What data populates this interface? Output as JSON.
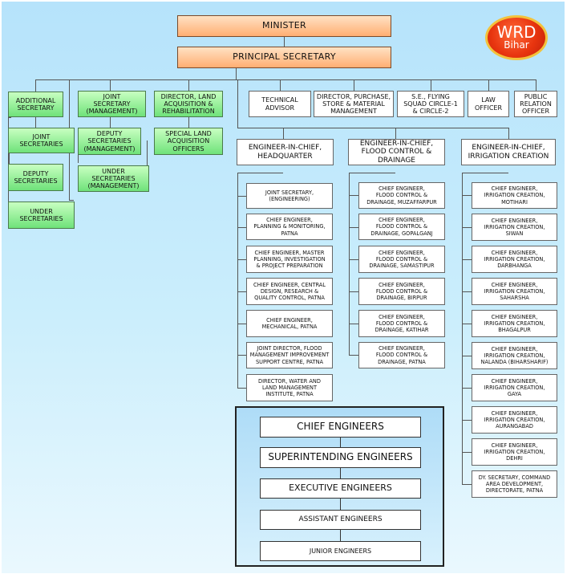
{
  "logo": {
    "line1": "WRD",
    "line2": "Bihar"
  },
  "top": {
    "minister": "MINISTER",
    "principal_secretary": "PRINCIPAL SECRETARY"
  },
  "admin": {
    "additional_secretary": "ADDITIONAL\nSECRETARY",
    "joint_secretaries": "JOINT\nSECRETARIES",
    "deputy_secretaries": "DEPUTY\nSECRETARIES",
    "under_secretaries": "UNDER\nSECRETARIES"
  },
  "management": {
    "joint_secretary": "JOINT\nSECRETARY\n(MANAGEMENT)",
    "deputy_secretaries": "DEPUTY\nSECRETARIES\n(MANAGEMENT)",
    "under_secretaries": "UNDER\nSECRETARIES\n(MANAGEMENT)"
  },
  "land": {
    "director": "DIRECTOR, LAND\nACQUISITION &\nREHABILITATION",
    "officers": "SPECIAL LAND\nACQUISITION\nOFFICERS"
  },
  "other_offices": [
    "TECHNICAL\nADVISOR",
    "DIRECTOR, PURCHASE,\nSTORE & MATERIAL\nMANAGEMENT",
    "S.E., FLYING\nSQUAD CIRCLE-1\n& CIRCLE-2",
    "LAW\nOFFICER",
    "PUBLIC\nRELATION\nOFFICER"
  ],
  "engineers_in_chief": [
    "ENGINEER-IN-CHIEF,\nHEADQUARTER",
    "ENGINEER-IN-CHIEF,\nFLOOD CONTROL &\nDRAINAGE",
    "ENGINEER-IN-CHIEF,\nIRRIGATION CREATION"
  ],
  "headquarter_units": [
    "JOINT SECRETARY,\n(ENGINEERING)",
    "CHIEF ENGINEER,\nPLANNING & MONITORING,\nPATNA",
    "CHIEF ENGINEER, MASTER\nPLANNING, INVESTIGATION\n& PROJECT PREPARATION",
    "CHIEF ENGINEER, CENTRAL\nDESIGN, RESEARCH &\nQUALITY CONTROL, PATNA",
    "CHIEF ENGINEER,\nMECHANICAL, PATNA",
    "JOINT DIRECTOR, FLOOD\nMANAGEMENT IMPROVEMENT\nSUPPORT CENTRE, PATNA",
    "DIRECTOR, WATER AND\nLAND MANAGEMENT\nINSTITUTE, PATNA"
  ],
  "flood_units": [
    "CHIEF ENGINEER,\nFLOOD CONTROL &\nDRAINAGE, MUZAFFARPUR",
    "CHIEF ENGINEER,\nFLOOD CONTROL &\nDRAINAGE, GOPALGANJ",
    "CHIEF ENGINEER,\nFLOOD CONTROL &\nDRAINAGE, SAMASTIPUR",
    "CHIEF ENGINEER,\nFLOOD CONTROL &\nDRAINAGE, BIRPUR",
    "CHIEF ENGINEER,\nFLOOD CONTROL &\nDRAINAGE, KATIHAR",
    "CHIEF ENGINEER,\nFLOOD CONTROL &\nDRAINAGE, PATNA"
  ],
  "irrigation_units": [
    "CHIEF ENGINEER,\nIRRIGATION CREATION,\nMOTIHARI",
    "CHIEF ENGINEER,\nIRRIGATION CREATION,\nSIWAN",
    "CHIEF ENGINEER,\nIRRIGATION CREATION,\nDARBHANGA",
    "CHIEF ENGINEER,\nIRRIGATION CREATION,\nSAHARSHA",
    "CHIEF ENGINEER,\nIRRIGATION CREATION,\nBHAGALPUR",
    "CHIEF ENGINEER,\nIRRIGATION CREATION,\nNALANDA (BIHARSHARIF)",
    "CHIEF ENGINEER,\nIRRIGATION CREATION,\nGAYA",
    "CHIEF ENGINEER,\nIRRIGATION CREATION,\nAURANGABAD",
    "CHIEF ENGINEER,\nIRRIGATION CREATION,\nDEHRI",
    "DY. SECRETARY, COMMAND\nAREA DEVELOPMENT,\nDIRECTORATE, PATNA"
  ],
  "ladder": [
    "CHIEF ENGINEERS",
    "SUPERINTENDING ENGINEERS",
    "EXECUTIVE ENGINEERS",
    "ASSISTANT ENGINEERS",
    "JUNIOR ENGINEERS"
  ]
}
